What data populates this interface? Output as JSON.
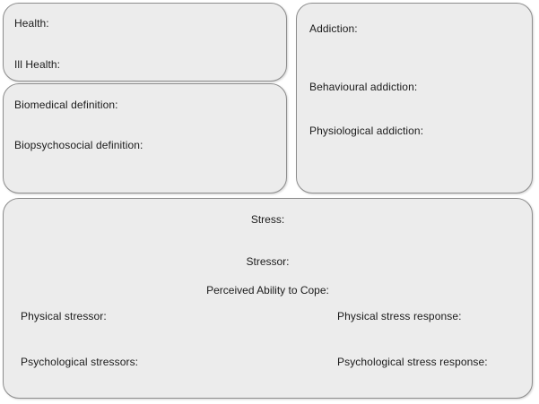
{
  "page": {
    "background_color": "#ffffff",
    "panel_fill": "#ececec",
    "panel_border": "#8d8d8d",
    "text_color": "#1b1b1b"
  },
  "panels": {
    "health": {
      "name": "health-panel",
      "fields": [
        {
          "label": "Health:"
        },
        {
          "label": "Ill Health:"
        }
      ]
    },
    "definitions": {
      "name": "definitions-panel",
      "fields": [
        {
          "label": "Biomedical definition:"
        },
        {
          "label": "Biopsychosocial definition:"
        }
      ]
    },
    "addiction": {
      "name": "addiction-panel",
      "fields": [
        {
          "label": "Addiction:"
        },
        {
          "label": "Behavioural addiction:"
        },
        {
          "label": "Physiological addiction:"
        }
      ]
    },
    "stress": {
      "name": "stress-panel",
      "centered_fields": [
        {
          "label": "Stress:"
        },
        {
          "label": "Stressor:"
        },
        {
          "label": "Perceived Ability to Cope:"
        }
      ],
      "column_fields": {
        "left": [
          {
            "label": "Physical stressor:"
          },
          {
            "label": "Psychological stressors:"
          }
        ],
        "right": [
          {
            "label": "Physical stress response:"
          },
          {
            "label": "Psychological stress response:"
          }
        ]
      }
    }
  }
}
